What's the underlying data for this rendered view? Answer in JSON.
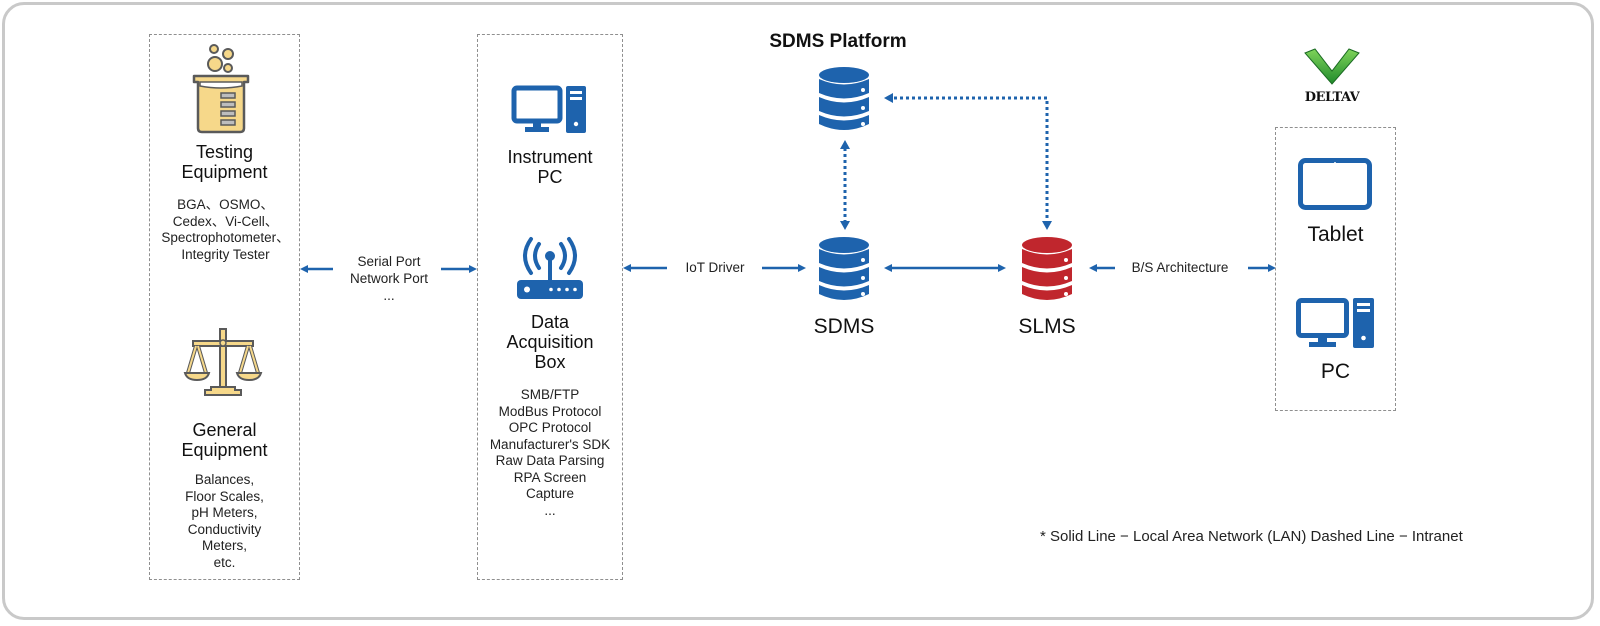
{
  "platform_title": "SDMS Platform",
  "colors": {
    "primary_blue": "#1e63ad",
    "slms_red": "#c0262d",
    "equipment_fill": "#f6d88a",
    "equipment_stroke": "#5a5a5a",
    "deltav_green": "#3aa935",
    "frame_border": "#c9c9c9",
    "dashed_border": "#8f8f8f"
  },
  "left_group": {
    "testing": {
      "icon": "beaker-icon",
      "title_line1": "Testing",
      "title_line2": "Equipment",
      "items": [
        "BGA、OSMO、",
        "Cedex、Vi-Cell、",
        "Spectrophotometer、",
        "Integrity Tester"
      ]
    },
    "general": {
      "icon": "balance-scale-icon",
      "title_line1": "General",
      "title_line2": "Equipment",
      "items": [
        "Balances,",
        "Floor Scales,",
        "pH Meters,",
        "Conductivity",
        "Meters,",
        "etc."
      ]
    }
  },
  "connection_left": {
    "lines": [
      "Serial Port",
      "Network Port",
      "..."
    ]
  },
  "middle_group": {
    "instrument_pc": {
      "icon": "desktop-pc-icon",
      "title_line1": "Instrument",
      "title_line2": "PC"
    },
    "acquisition_box": {
      "icon": "wireless-router-icon",
      "title_line1": "Data",
      "title_line2": "Acquisition",
      "title_line3": "Box",
      "items": [
        "SMB/FTP",
        "ModBus Protocol",
        "OPC Protocol",
        "Manufacturer's SDK",
        "Raw Data Parsing",
        "RPA Screen",
        "Capture",
        "..."
      ]
    }
  },
  "connection_iot": {
    "label": "IoT Driver"
  },
  "nodes": {
    "top_db": {
      "icon": "database-icon"
    },
    "sdms": {
      "icon": "database-icon",
      "label": "SDMS"
    },
    "slms": {
      "icon": "database-icon",
      "label": "SLMS"
    }
  },
  "connection_right": {
    "label": "B/S Architecture"
  },
  "right_group": {
    "logo": {
      "icon": "deltav-logo-icon",
      "text": "DELTAV"
    },
    "tablet": {
      "icon": "tablet-icon",
      "label": "Tablet"
    },
    "pc": {
      "icon": "desktop-pc-icon",
      "label": "PC"
    }
  },
  "legend_note": "* Solid Line − Local Area Network (LAN) Dashed Line − Intranet"
}
